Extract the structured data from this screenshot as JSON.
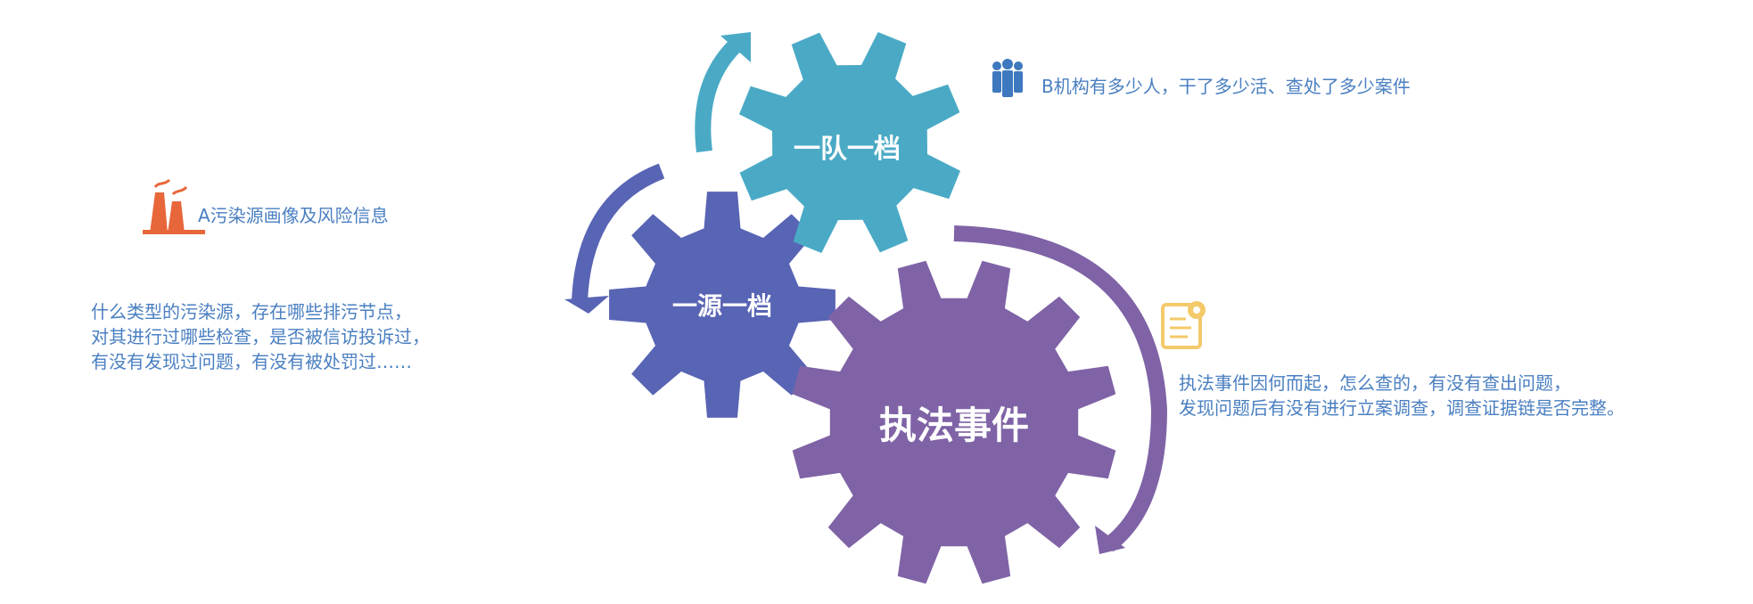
{
  "gears": {
    "source": {
      "label": "一源一档",
      "color": "#5864b4"
    },
    "team": {
      "label": "一队一档",
      "color": "#4aaac6"
    },
    "event": {
      "label": "执法事件",
      "color": "#7f63a6"
    }
  },
  "annotations": {
    "source_title": "A污染源画像及风险信息",
    "source_desc": [
      "什么类型的污染源，存在哪些排污节点，",
      "对其进行过哪些检查，是否被信访投诉过，",
      "有没有发现过问题，有没有被处罚过……"
    ],
    "team_title": "B机构有多少人，干了多少活、查处了多少案件",
    "event_desc": [
      "执法事件因何而起，怎么查的，有没有查出问题，",
      "发现问题后有没有进行立案调查，调查证据链是否完整。"
    ]
  },
  "icons": {
    "factory": {
      "name": "factory-icon",
      "color": "#e8673a"
    },
    "people": {
      "name": "people-icon",
      "color": "#3e78bf"
    },
    "document": {
      "name": "document-icon",
      "color": "#f3c96a"
    }
  },
  "colors": {
    "text_blue": "#4a7fc1",
    "arrow_blue": "#4aaac6",
    "arrow_indigo": "#5864b4",
    "arrow_purple": "#7f63a6"
  }
}
